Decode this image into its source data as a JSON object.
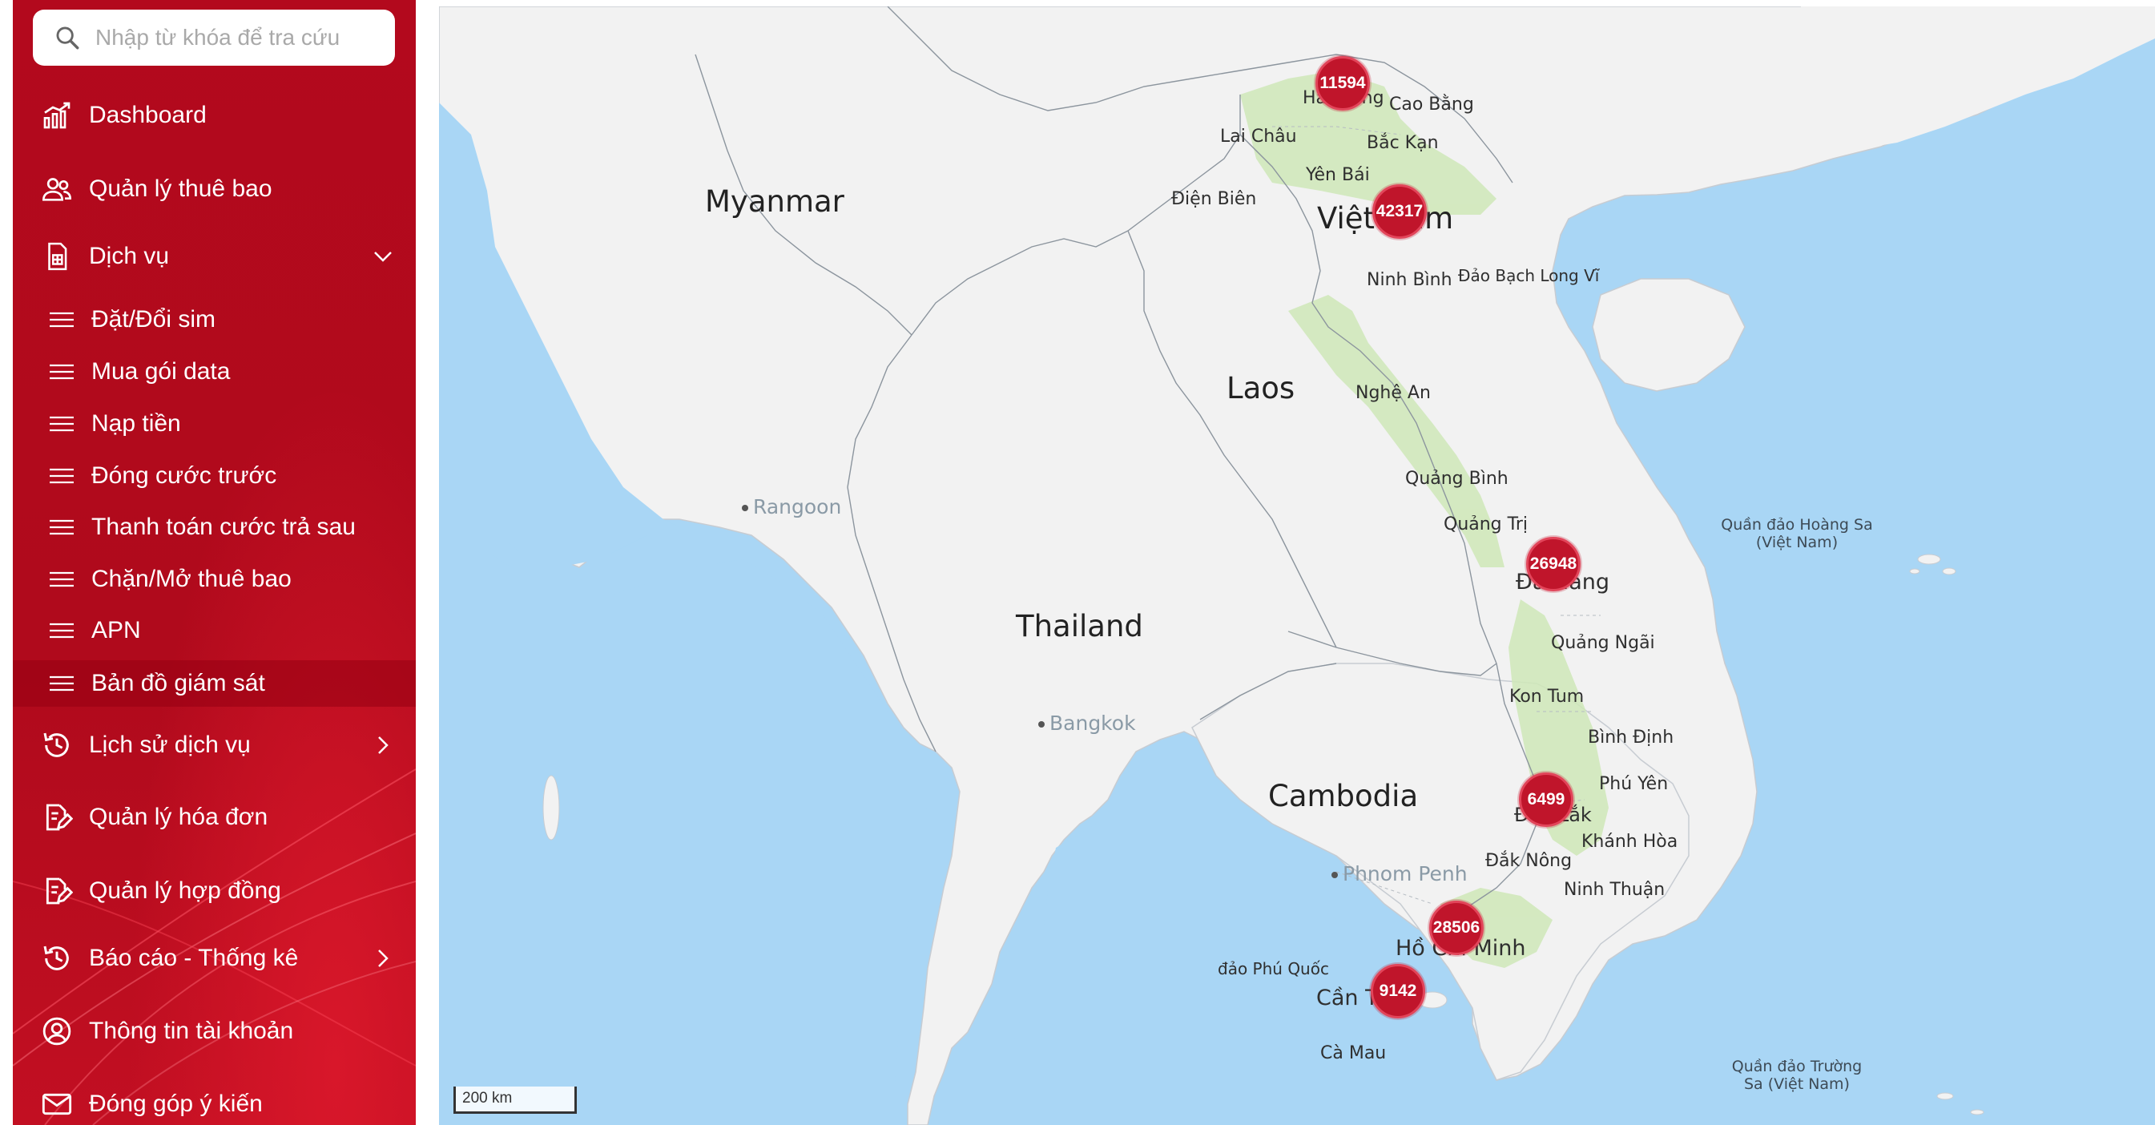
{
  "search": {
    "placeholder": "Nhập từ khóa để tra cứu"
  },
  "menu": {
    "dashboard": "Dashboard",
    "subscribers": "Quản lý thuê bao",
    "services": "Dịch vụ",
    "service_items": [
      "Đặt/Đổi sim",
      "Mua gói data",
      "Nạp tiền",
      "Đóng cước trước",
      "Thanh toán cước trả sau",
      "Chặn/Mở thuê bao",
      "APN",
      "Bản đồ giám sát"
    ],
    "history": "Lịch sử dịch vụ",
    "invoices": "Quản lý hóa đơn",
    "contracts": "Quản lý hợp đồng",
    "reports": "Báo cáo - Thống kê",
    "account": "Thông tin tài khoản",
    "feedback": "Đóng góp ý kiến"
  },
  "map": {
    "countries": {
      "myanmar": "Myanmar",
      "laos": "Laos",
      "thailand": "Thailand",
      "cambodia": "Cambodia",
      "vietnam": "Việt Nam"
    },
    "places": {
      "ha_giang": "Hà Giang",
      "cao_bang": "Cao Bằng",
      "lai_chau": "Lai Châu",
      "bac_kan": "Bắc Kạn",
      "yen_bai": "Yên Bái",
      "dien_bien": "Điện Biên",
      "ninh_binh": "Ninh Bình",
      "bach_long_vi": "Đảo Bạch Long Vĩ",
      "nghe_an": "Nghệ An",
      "quang_binh": "Quảng Bình",
      "quang_tri": "Quảng Trị",
      "da_nang": "Đà Nẵng",
      "quang_ngai": "Quảng Ngãi",
      "kon_tum": "Kon Tum",
      "binh_dinh": "Bình Định",
      "phu_yen": "Phú Yên",
      "dak_lak": "Đắk Lắk",
      "khanh_hoa": "Khánh Hòa",
      "dak_nong": "Đắk Nông",
      "ninh_thuan": "Ninh Thuận",
      "ho_chi_minh": "Hồ Chí Minh",
      "phu_quoc": "đảo Phú Quốc",
      "can_tho": "Cần Thơ",
      "ca_mau": "Cà Mau",
      "rangoon": "Rangoon",
      "bangkok": "Bangkok",
      "phnom_penh": "Phnom Penh",
      "hoang_sa": "Quần đảo Hoàng Sa (Việt Nam)",
      "truong_sa": "Quần đảo Trường Sa (Việt Nam)"
    },
    "clusters": {
      "ha_giang": "11594",
      "ha_noi": "42317",
      "da_nang": "26948",
      "dak_lak": "6499",
      "ho_chi_minh": "28506",
      "can_tho": "9142"
    },
    "scale": "200 km",
    "colors": {
      "sea": "#a9d6f5",
      "land": "#f2f2f2",
      "vn_terrain": "#cfe8b8",
      "cluster": "#c0152b"
    }
  }
}
